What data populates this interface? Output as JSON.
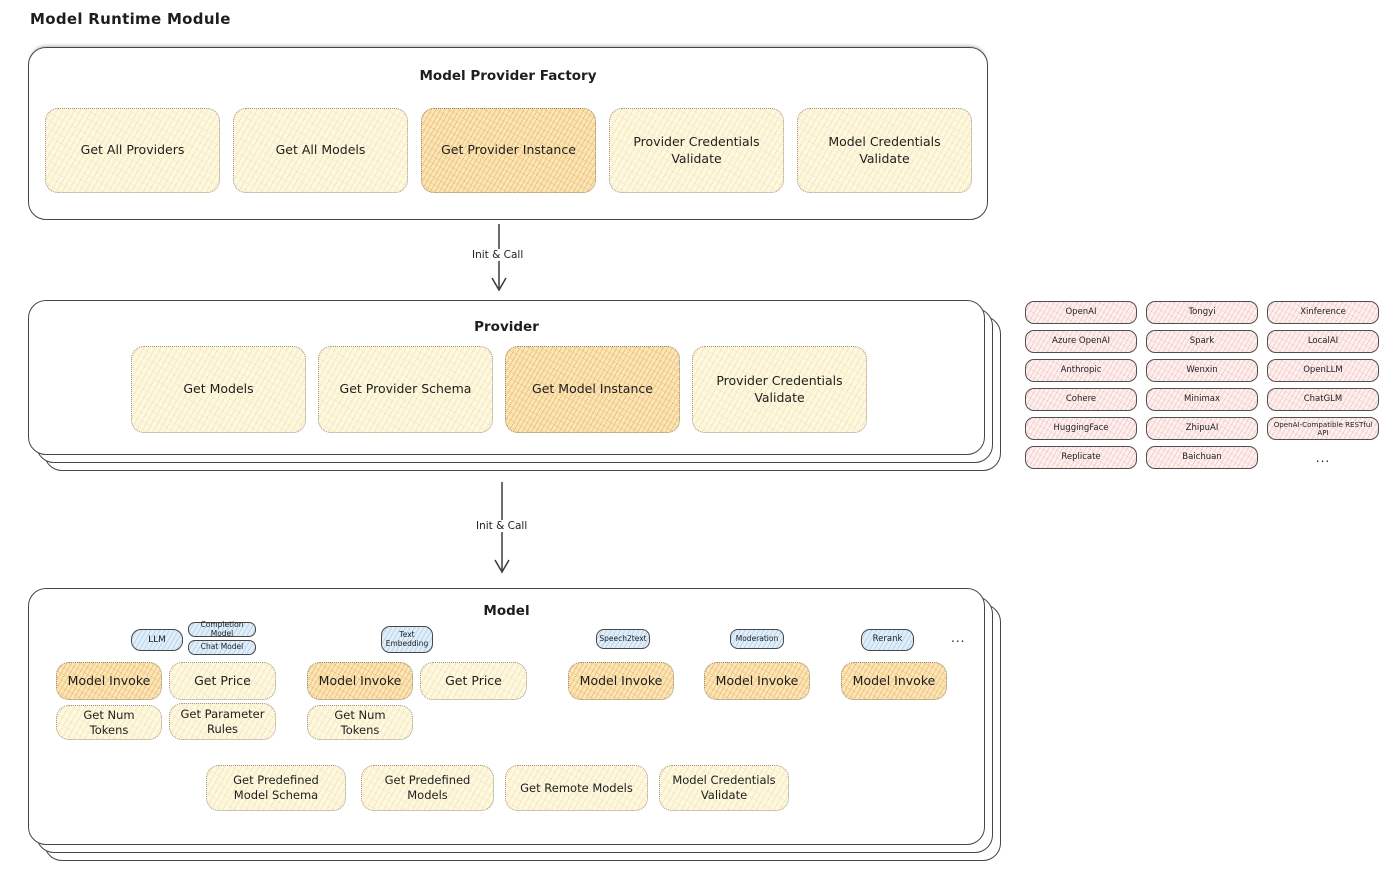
{
  "page_title": "Model Runtime Module",
  "factory": {
    "title": "Model Provider Factory",
    "items": [
      {
        "label": "Get All Providers",
        "highlight": false
      },
      {
        "label": "Get All Models",
        "highlight": false
      },
      {
        "label": "Get Provider Instance",
        "highlight": true
      },
      {
        "label": "Provider Credentials Validate",
        "highlight": false
      },
      {
        "label": "Model Credentials Validate",
        "highlight": false
      }
    ]
  },
  "arrows": {
    "init_call_1": "Init & Call",
    "init_call_2": "Init & Call"
  },
  "provider": {
    "title": "Provider",
    "items": [
      {
        "label": "Get Models",
        "highlight": false
      },
      {
        "label": "Get Provider Schema",
        "highlight": false
      },
      {
        "label": "Get Model Instance",
        "highlight": true
      },
      {
        "label": "Provider Credentials Validate",
        "highlight": false
      }
    ]
  },
  "providers": {
    "items": [
      "OpenAI",
      "Tongyi",
      "Xinference",
      "Azure OpenAI",
      "Spark",
      "LocalAI",
      "Anthropic",
      "Wenxin",
      "OpenLLM",
      "Cohere",
      "Minimax",
      "ChatGLM",
      "HuggingFace",
      "ZhipuAI",
      "OpenAI-Compatible RESTful API",
      "Replicate",
      "Baichuan"
    ],
    "more": "..."
  },
  "model": {
    "title": "Model",
    "badges": {
      "llm": "LLM",
      "completion": "Completion Model",
      "chat": "Chat Model",
      "text_embedding": "Text Embedding",
      "speech2text": "Speech2text",
      "moderation": "Moderation",
      "rerank": "Rerank",
      "more": "..."
    },
    "invoke": [
      "Model Invoke",
      "Model Invoke",
      "Model Invoke",
      "Model Invoke",
      "Model Invoke"
    ],
    "price": [
      "Get Price",
      "Get Price"
    ],
    "tokens": [
      "Get Num Tokens",
      "Get Num Tokens"
    ],
    "param_rules": "Get Parameter Rules",
    "bottom": [
      "Get Predefined Model Schema",
      "Get Predefined Models",
      "Get Remote Models",
      "Model Credentials Validate"
    ]
  },
  "colors": {
    "cream_box": "#fdf8e4",
    "highlight_box": "#fae6bb",
    "provider_chip": "#fdf1f0",
    "type_badge": "#e0eefa",
    "ink": "#1e1e1e"
  }
}
